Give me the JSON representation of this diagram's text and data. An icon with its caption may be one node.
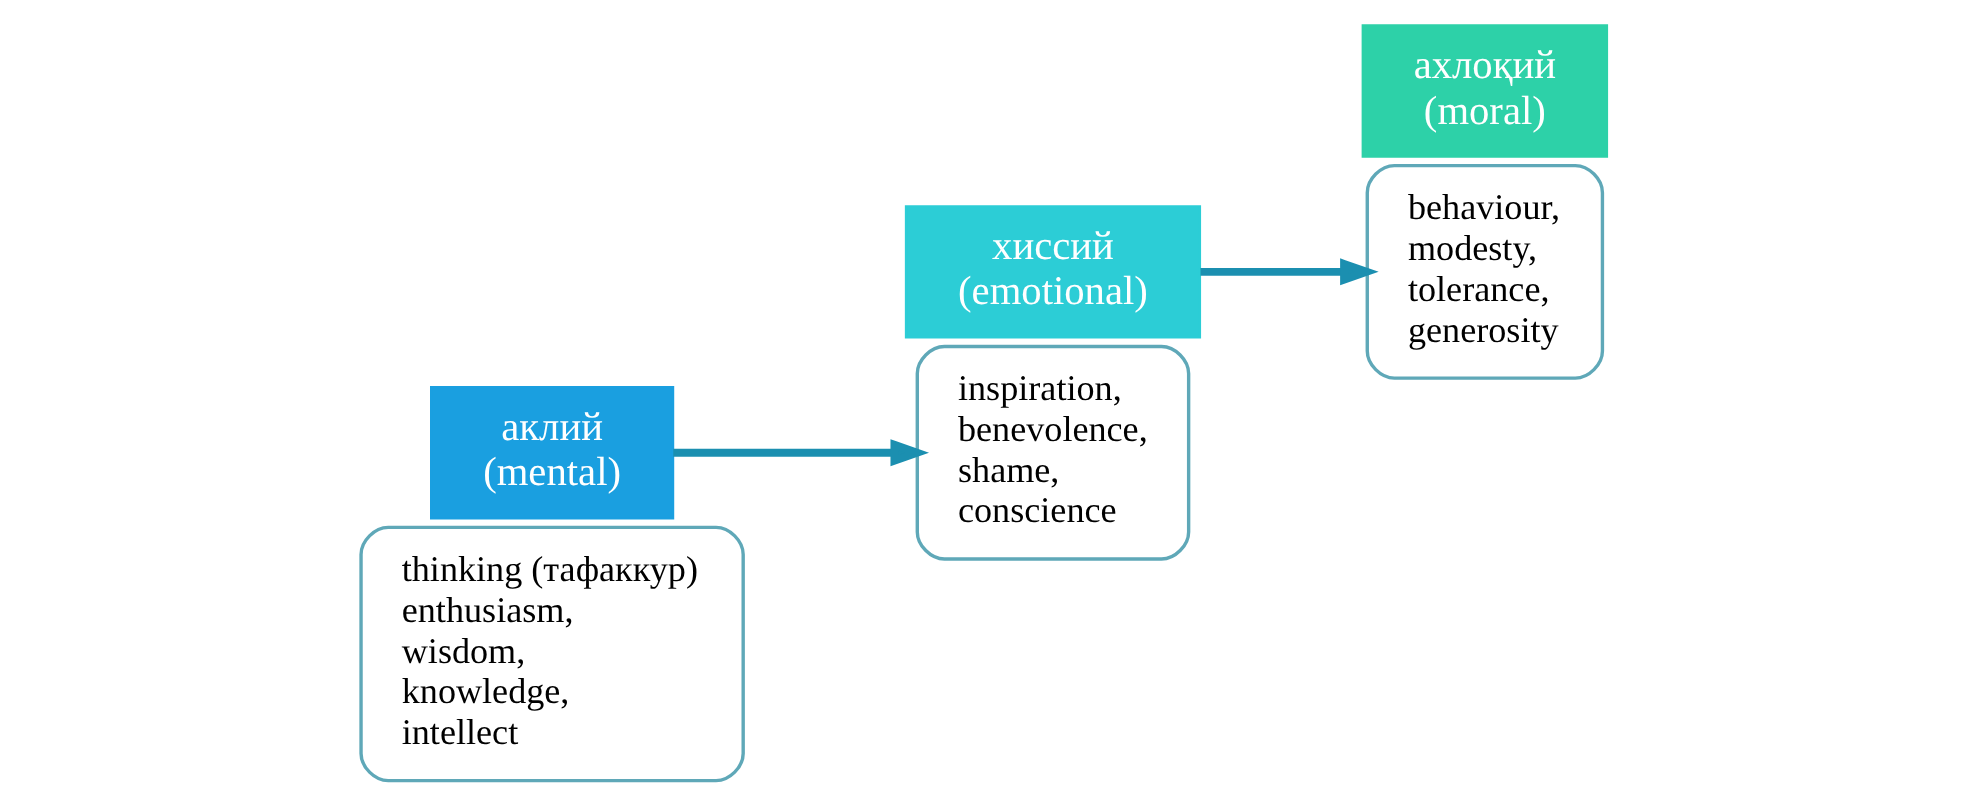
{
  "diagram": {
    "nodes": [
      {
        "text": [
          "thinking (тафаккур)",
          "enthusiasm,",
          "wisdom,",
          "knowledge,",
          "intellect"
        ]
      },
      {
        "text": [
          "аклий",
          "(mental)"
        ]
      },
      {
        "text": [
          "хиссий",
          "(emotional)"
        ]
      },
      {
        "text": [
          "inspiration,",
          "benevolence,",
          "shame,",
          "conscience"
        ]
      },
      {
        "text": [
          "behaviour,",
          "modesty,",
          "tolerance,",
          "generosity"
        ]
      },
      {
        "text": [
          "ахлоқий",
          "(moral)"
        ]
      }
    ],
    "edges": [
      {
        "from": 1,
        "to": 3,
        "arrow": "to"
      },
      {
        "from": 2,
        "to": 4,
        "arrow": "to"
      }
    ]
  }
}
